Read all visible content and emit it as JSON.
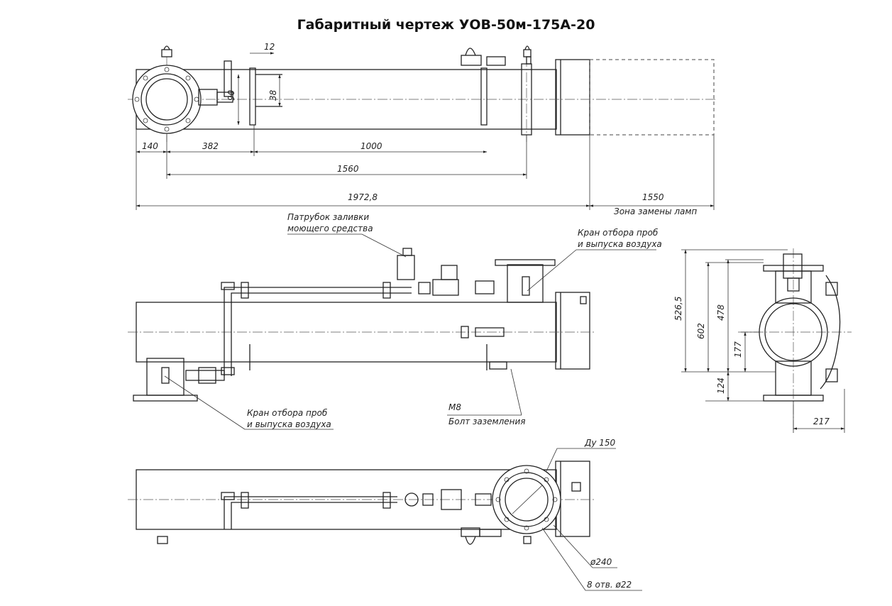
{
  "title": "Габаритный чертеж УОВ-50м-175А-20",
  "dimensions": {
    "d12": "12",
    "d90": "90",
    "d38": "38",
    "d140": "140",
    "d382": "382",
    "d1000": "1000",
    "d1560": "1560",
    "d1972": "1972,8",
    "d1550": "1550",
    "d526": "526,5",
    "d602": "602",
    "d478": "478",
    "d177": "177",
    "d124": "124",
    "d217": "217",
    "d240": "ø240",
    "d8holes": "8 отв. ø22"
  },
  "labels": {
    "lamp_zone": "Зона замены ламп",
    "fill_pipe_1": "Патрубок заливки",
    "fill_pipe_2": "моющего средства",
    "valve_top_1": "Кран отбора проб",
    "valve_top_2": "и выпуска воздуха",
    "valve_bottom_1": "Кран отбора проб",
    "valve_bottom_2": "и выпуска воздуха",
    "bolt_size": "М8",
    "bolt_name": "Болт заземления",
    "dn": "Ду 150"
  }
}
